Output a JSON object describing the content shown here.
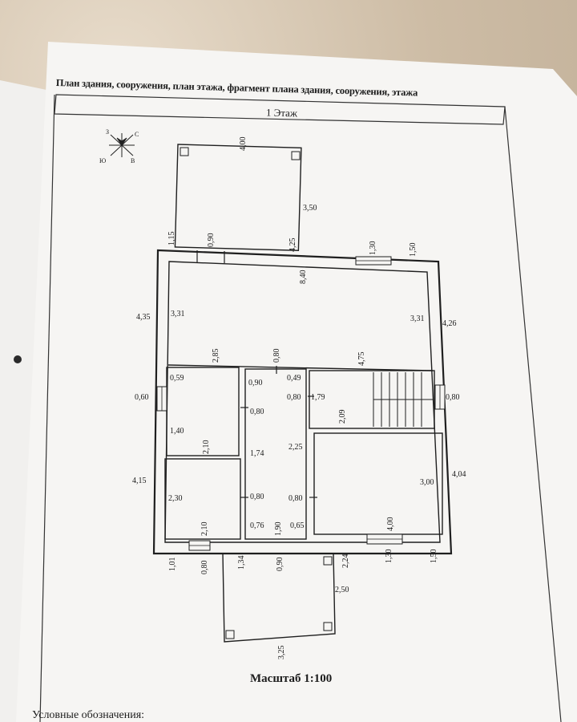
{
  "header": {
    "title": "План здания, сооружения, план этажа, фрагмент плана здания, сооружения, этажа",
    "floor": "1 Этаж"
  },
  "compass": {
    "n": "З",
    "e": "С",
    "s": "В",
    "w": "Ю"
  },
  "dimensions": {
    "terrace_top_width": "4,00",
    "terrace_top_depth": "3,50",
    "terrace_top_offset": "1,15",
    "door_top_left": "0,90",
    "top_seg": "4,25",
    "window_top": "1,30",
    "top_right_seg": "1,50",
    "hall_length": "8,40",
    "left_wall_upper": "4,35",
    "hall_left_h": "3,31",
    "hall_right_h": "3,31",
    "right_wall_upper": "4,26",
    "hall_mid1": "2,85",
    "hall_mid2": "0,80",
    "hall_mid3": "4,75",
    "win_left": "0,60",
    "room1_w": "0,59",
    "room1_h": "1,40",
    "room1_depth": "2,10",
    "corridor_w": "0,90",
    "corridor_door1": "0,80",
    "corridor_len": "1,74",
    "corridor_door2": "0,80",
    "corridor_w2": "0,76",
    "stair_w": "0,49",
    "stair_door": "0,80",
    "stair_len": "1,79",
    "stair_h": "2,09",
    "stair_mid": "2,25",
    "win_right": "0,80",
    "left_wall_lower": "4,15",
    "room2_w": "2,30",
    "room2_depth": "2,10",
    "corridor_bottom": "1,90",
    "corridor_door3": "0,80",
    "corridor_w3": "0,65",
    "room3_h": "3,00",
    "right_wall_lower": "4,04",
    "room3_w": "4,00",
    "bottom_1": "1,01",
    "bottom_2": "0,80",
    "bottom_3": "1,34",
    "bottom_4": "0,90",
    "bottom_5": "2,24",
    "bottom_6": "1,30",
    "bottom_7": "1,50",
    "porch_depth": "2,50",
    "porch_width": "3,25"
  },
  "footer": {
    "scale": "Масштаб 1:100",
    "legend": "Условные обозначения:"
  }
}
